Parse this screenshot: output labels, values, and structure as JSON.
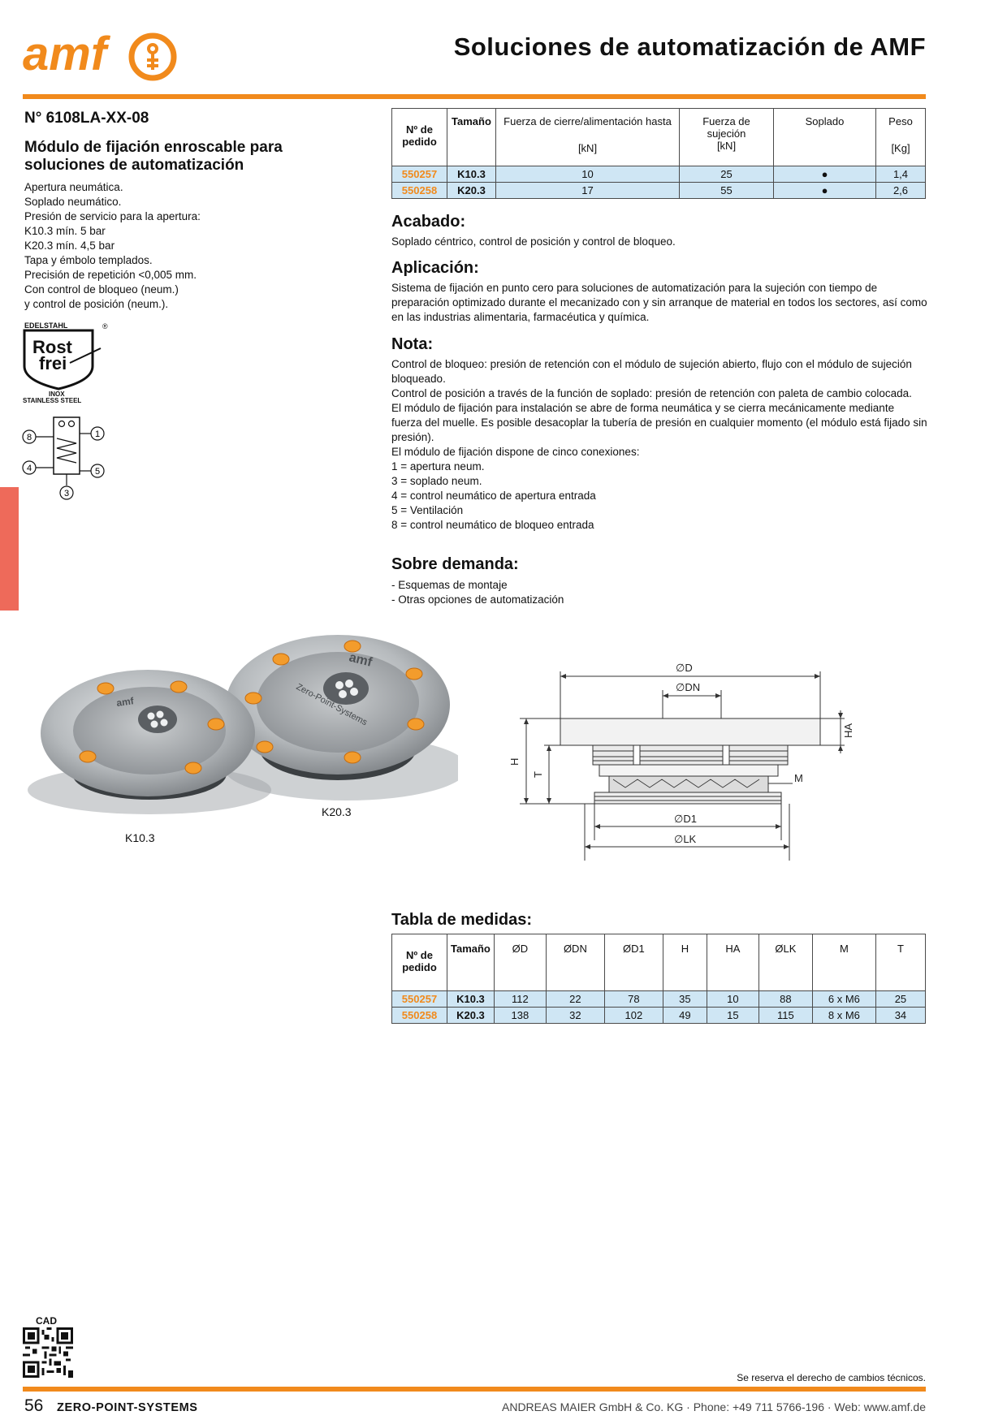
{
  "header": {
    "logo_text": "amf",
    "title": "Soluciones de automatización de AMF"
  },
  "product": {
    "article_number": "N° 6108LA-XX-08",
    "title": "Módulo de fijación enroscable para soluciones de automatización",
    "features": [
      "Apertura neumática.",
      "Soplado neumático.",
      "Presión de servicio para la apertura:",
      "K10.3 mín. 5 bar",
      "K20.3 mín. 4,5 bar",
      "Tapa y émbolo templados.",
      "Precisión de repetición <0,005 mm.",
      "Con control de bloqueo (neum.)",
      "y control de posición (neum.)."
    ],
    "badge": {
      "top": "EDELSTAHL",
      "word1": "Rost",
      "word2": "frei",
      "bottom1": "INOX",
      "bottom2": "STAINLESS STEEL"
    },
    "schematic_ports": [
      "8",
      "1",
      "4",
      "5",
      "3"
    ]
  },
  "spec_table": {
    "headers": {
      "order_no": "Nº de pedido",
      "size": "Tamaño",
      "force": "Fuerza de cierre/alimentación hasta",
      "force_unit": "[kN]",
      "clamp": "Fuerza de sujeción",
      "clamp_unit": "[kN]",
      "blow": "Soplado",
      "weight": "Peso",
      "weight_unit": "[Kg]"
    },
    "rows": [
      {
        "code": "550257",
        "size": "K10.3",
        "force": "10",
        "clamp": "25",
        "blow": "●",
        "weight": "1,4"
      },
      {
        "code": "550258",
        "size": "K20.3",
        "force": "17",
        "clamp": "55",
        "blow": "●",
        "weight": "2,6"
      }
    ]
  },
  "sections": {
    "acabado_h": "Acabado:",
    "acabado_t": "Soplado céntrico, control de posición y control de bloqueo.",
    "aplicacion_h": "Aplicación:",
    "aplicacion_t": "Sistema de fijación en punto cero para soluciones de automatización para la sujeción con tiempo de preparación optimizado durante el mecanizado con y sin arranque de material en todos los sectores, así como en las industrias alimentaria, farmacéutica y química.",
    "nota_h": "Nota:",
    "nota_lines": [
      "Control de bloqueo: presión de retención con el módulo de sujeción abierto, flujo con el módulo de sujeción bloqueado.",
      "Control de posición a través de la función de soplado: presión de retención con paleta de cambio colocada.",
      "El módulo de fijación para instalación se abre de forma neumática y se cierra mecánicamente mediante fuerza del muelle. Es posible desacoplar la tubería de presión en cualquier momento (el módulo está fijado sin presión).",
      "El módulo de fijación dispone de cinco conexiones:",
      "1 = apertura neum.",
      "3 = soplado neum.",
      "4 = control neumático de apertura entrada",
      "5 = Ventilación",
      "8 = control neumático de bloqueo entrada"
    ],
    "demanda_h": "Sobre demanda:",
    "demanda_lines": [
      "- Esquemas de montaje",
      "- Otras opciones de automatización"
    ],
    "medidas_h": "Tabla de medidas:"
  },
  "photo": {
    "label_k20": "K20.3",
    "label_k10": "K10.3",
    "plate_text": "Zero-Point-Systems",
    "brand": "amf"
  },
  "drawing": {
    "d": "∅D",
    "dn": "∅DN",
    "d1": "∅D1",
    "lk": "∅LK",
    "ha": "HA",
    "h": "H",
    "t": "T",
    "m": "M"
  },
  "dim_table": {
    "headers": [
      "Nº de pedido",
      "Tamaño",
      "ØD",
      "ØDN",
      "ØD1",
      "H",
      "HA",
      "ØLK",
      "M",
      "T"
    ],
    "rows": [
      {
        "code": "550257",
        "size": "K10.3",
        "d": "112",
        "dn": "22",
        "d1": "78",
        "h": "35",
        "ha": "10",
        "lk": "88",
        "m": "6 x M6",
        "t": "25"
      },
      {
        "code": "550258",
        "size": "K20.3",
        "d": "138",
        "dn": "32",
        "d1": "102",
        "h": "49",
        "ha": "15",
        "lk": "115",
        "m": "8 x M6",
        "t": "34"
      }
    ]
  },
  "footer": {
    "cad": "CAD",
    "disclaimer": "Se reserva el derecho de cambios técnicos.",
    "page_number": "56",
    "section": "ZERO-POINT-SYSTEMS",
    "company": "ANDREAS MAIER GmbH & Co. KG · Phone: +49 711 5766-196 · Web: www.amf.de"
  },
  "colors": {
    "accent": "#f18a1c",
    "table_row": "#cfe6f4",
    "side_tab": "#ee6a5a"
  }
}
